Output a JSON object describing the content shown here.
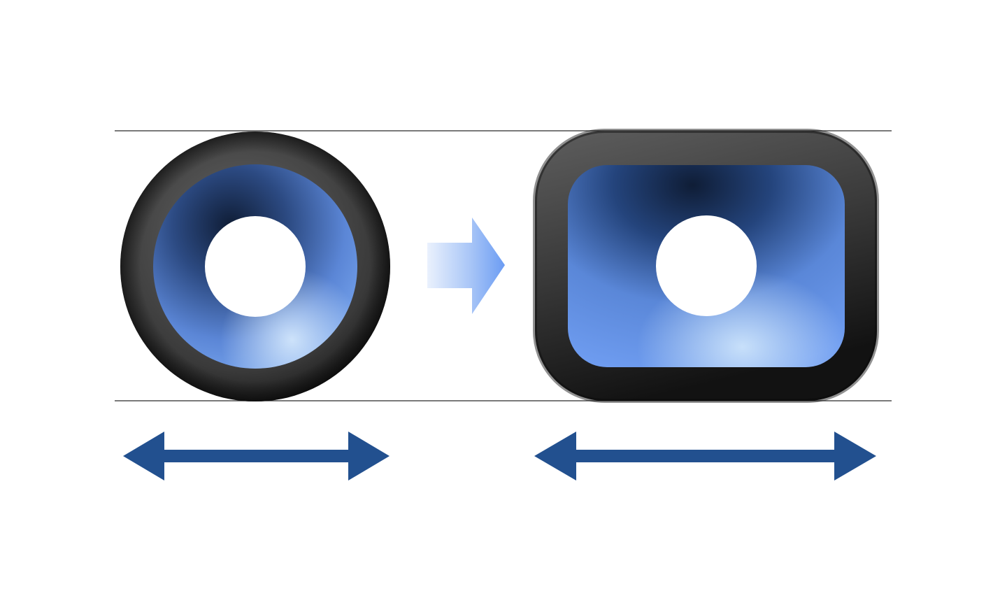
{
  "diagram": {
    "from_shape": "round-speaker-unit",
    "to_shape": "rectangular-speaker-unit",
    "transition": "right-arrow",
    "width_indicators": [
      "double-headed-arrow",
      "double-headed-arrow"
    ]
  },
  "colors": {
    "background": "#ffffff",
    "guide_line": "#2b2b2b",
    "surround_dark": "#111111",
    "surround_light": "#5a5a5a",
    "cone_dark": "#13233f",
    "cone_mid": "#3e66b0",
    "cone_light": "#6f9ef0",
    "cone_highlight": "#c9e1fb",
    "width_arrow": "#22508f",
    "transition_arrow_start": "#eaf1fd",
    "transition_arrow_end": "#6b9cf3"
  }
}
